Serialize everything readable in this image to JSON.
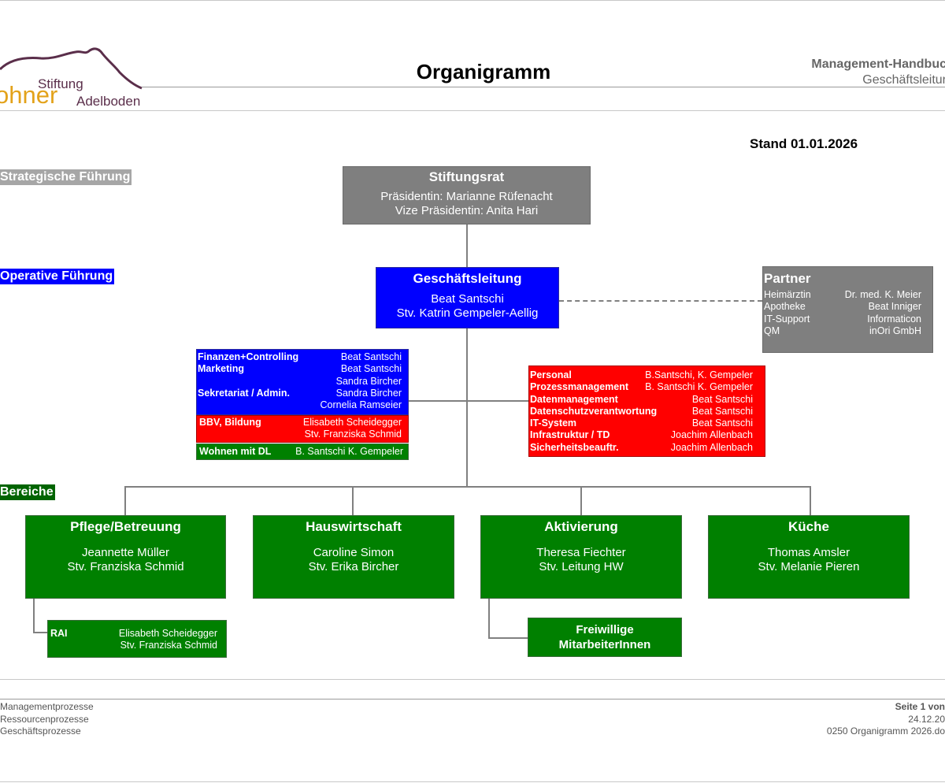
{
  "header": {
    "logo": {
      "line1": "Stiftung",
      "line2": "ohner",
      "line3": "Adelboden"
    },
    "title": "Organigramm",
    "manual": "Management-Handbuc",
    "manual_sub": "Geschäftsleitur"
  },
  "stand": "Stand 01.01.2026",
  "levels": {
    "strategic": "Strategische Führung",
    "operative": "Operative Führung",
    "areas": "Bereiche"
  },
  "colors": {
    "gray": "#7f7f7f",
    "blue": "#0000ff",
    "red": "#ff0000",
    "green": "#008000"
  },
  "board": {
    "title": "Stiftungsrat",
    "president": "Präsidentin: Marianne Rüfenacht",
    "vice": "Vize Präsidentin: Anita Hari"
  },
  "management": {
    "title": "Geschäftsleitung",
    "head": "Beat Santschi",
    "deputy": "Stv. Katrin Gempeler-Aellig"
  },
  "partner": {
    "title": "Partner",
    "rows": [
      {
        "role": "Heimärztin",
        "name": "Dr. med. K. Meier"
      },
      {
        "role": "Apotheke",
        "name": "Beat Inniger"
      },
      {
        "role": "IT-Support",
        "name": "Informaticon"
      },
      {
        "role": "QM",
        "name": "inOri GmbH"
      }
    ]
  },
  "staff_blue": {
    "rows": [
      {
        "role": "Finanzen+Controlling",
        "name": "Beat Santschi"
      },
      {
        "role": "Marketing",
        "name": "Beat Santschi"
      },
      {
        "role": "",
        "name": "Sandra Bircher"
      },
      {
        "role": "Sekretariat / Admin.",
        "name": "Sandra Bircher"
      },
      {
        "role": "",
        "name": "Cornelia Ramseier"
      }
    ]
  },
  "staff_red_left": {
    "rows": [
      {
        "role": "BBV, Bildung",
        "name": "Elisabeth Scheidegger"
      },
      {
        "role": "",
        "name": "Stv. Franziska Schmid"
      }
    ]
  },
  "staff_green_left": {
    "rows": [
      {
        "role": "Wohnen mit DL",
        "name": "B. Santschi K. Gempeler"
      }
    ]
  },
  "staff_red_right": {
    "rows": [
      {
        "role": "Personal",
        "name": "B.Santschi, K. Gempeler"
      },
      {
        "role": "Prozessmanagement",
        "name": "B. Santschi K. Gempeler"
      },
      {
        "role": "Datenmanagement",
        "name": "Beat Santschi"
      },
      {
        "role": "Datenschutzverantwortung",
        "name": "Beat Santschi"
      },
      {
        "role": "IT-System",
        "name": "Beat Santschi"
      },
      {
        "role": "Infrastruktur / TD",
        "name": "Joachim Allenbach"
      },
      {
        "role": "Sicherheitsbeauftr.",
        "name": "Joachim Allenbach"
      }
    ]
  },
  "areas": [
    {
      "title": "Pflege/Betreuung",
      "head": "Jeannette Müller",
      "deputy": "Stv. Franziska Schmid"
    },
    {
      "title": "Hauswirtschaft",
      "head": "Caroline Simon",
      "deputy": "Stv. Erika Bircher"
    },
    {
      "title": "Aktivierung",
      "head": "Theresa Fiechter",
      "deputy": "Stv. Leitung HW"
    },
    {
      "title": "Küche",
      "head": "Thomas Amsler",
      "deputy": "Stv. Melanie Pieren"
    }
  ],
  "rai": {
    "role": "RAI",
    "name1": "Elisabeth Scheidegger",
    "name2": "Stv. Franziska Schmid"
  },
  "volunteers": {
    "line1": "Freiwillige",
    "line2": "MitarbeiterInnen"
  },
  "footer": {
    "left": [
      "Managementprozesse",
      "Ressourcenprozesse",
      "Geschäftsprozesse"
    ],
    "right": [
      "Seite 1 von",
      "24.12.20",
      "0250 Organigramm 2026.do"
    ]
  }
}
